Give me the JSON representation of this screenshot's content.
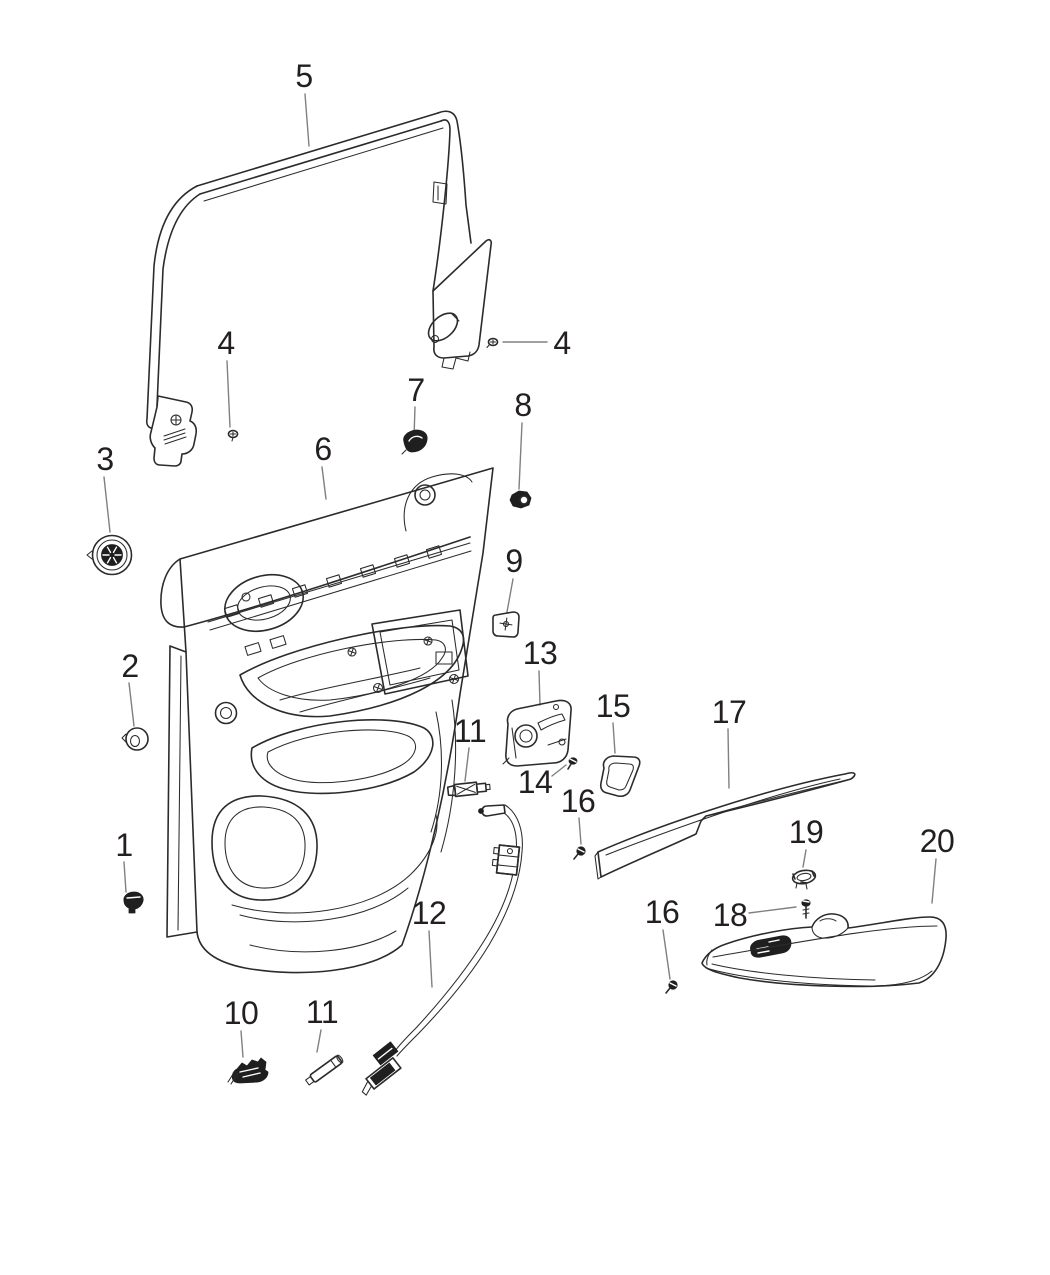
{
  "diagram": {
    "colors": {
      "background": "#ffffff",
      "artwork_line": "#2b2b2b",
      "leader_line": "#7e8082",
      "label_text": "#231f20"
    },
    "callouts": [
      {
        "label": "1"
      },
      {
        "label": "2"
      },
      {
        "label": "3"
      },
      {
        "label": "4"
      },
      {
        "label": "4"
      },
      {
        "label": "5"
      },
      {
        "label": "6"
      },
      {
        "label": "7"
      },
      {
        "label": "8"
      },
      {
        "label": "9"
      },
      {
        "label": "10"
      },
      {
        "label": "11"
      },
      {
        "label": "11"
      },
      {
        "label": "12"
      },
      {
        "label": "13"
      },
      {
        "label": "14"
      },
      {
        "label": "15"
      },
      {
        "label": "16"
      },
      {
        "label": "16"
      },
      {
        "label": "17"
      },
      {
        "label": "18"
      },
      {
        "label": "19"
      },
      {
        "label": "20"
      }
    ]
  }
}
